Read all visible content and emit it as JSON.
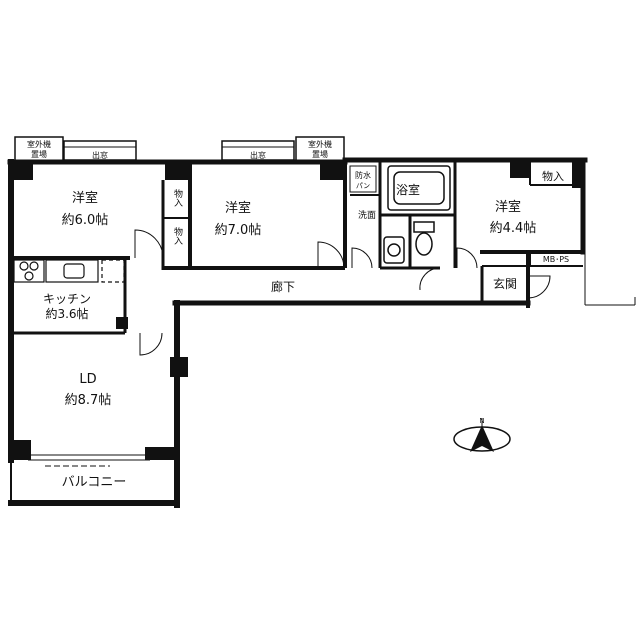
{
  "rooms": {
    "western1": {
      "name": "洋室",
      "size": "約6.0帖"
    },
    "western2": {
      "name": "洋室",
      "size": "約7.0帖"
    },
    "western3": {
      "name": "洋室",
      "size": "約4.4帖"
    },
    "kitchen": {
      "name": "キッチン",
      "size": "約3.6帖"
    },
    "ld": {
      "name": "LD",
      "size": "約8.7帖"
    },
    "bath": {
      "name": "浴室"
    },
    "washroom": {
      "name": "洗面"
    },
    "entrance": {
      "name": "玄関"
    },
    "corridor": {
      "name": "廊下"
    },
    "balcony": {
      "name": "バルコニー"
    }
  },
  "fixtures": {
    "closet_left_top": "物入",
    "closet_left_bottom": "物入",
    "closet_right": "物入",
    "mbps": "MB･PS",
    "waterproof_pan_line1": "防水",
    "waterproof_pan_line2": "パン",
    "window_left": "出窓",
    "window_right": "出窓",
    "outdoor_unit_line1": "室外機",
    "outdoor_unit_line2": "置場"
  },
  "compass": {
    "north": "N"
  }
}
